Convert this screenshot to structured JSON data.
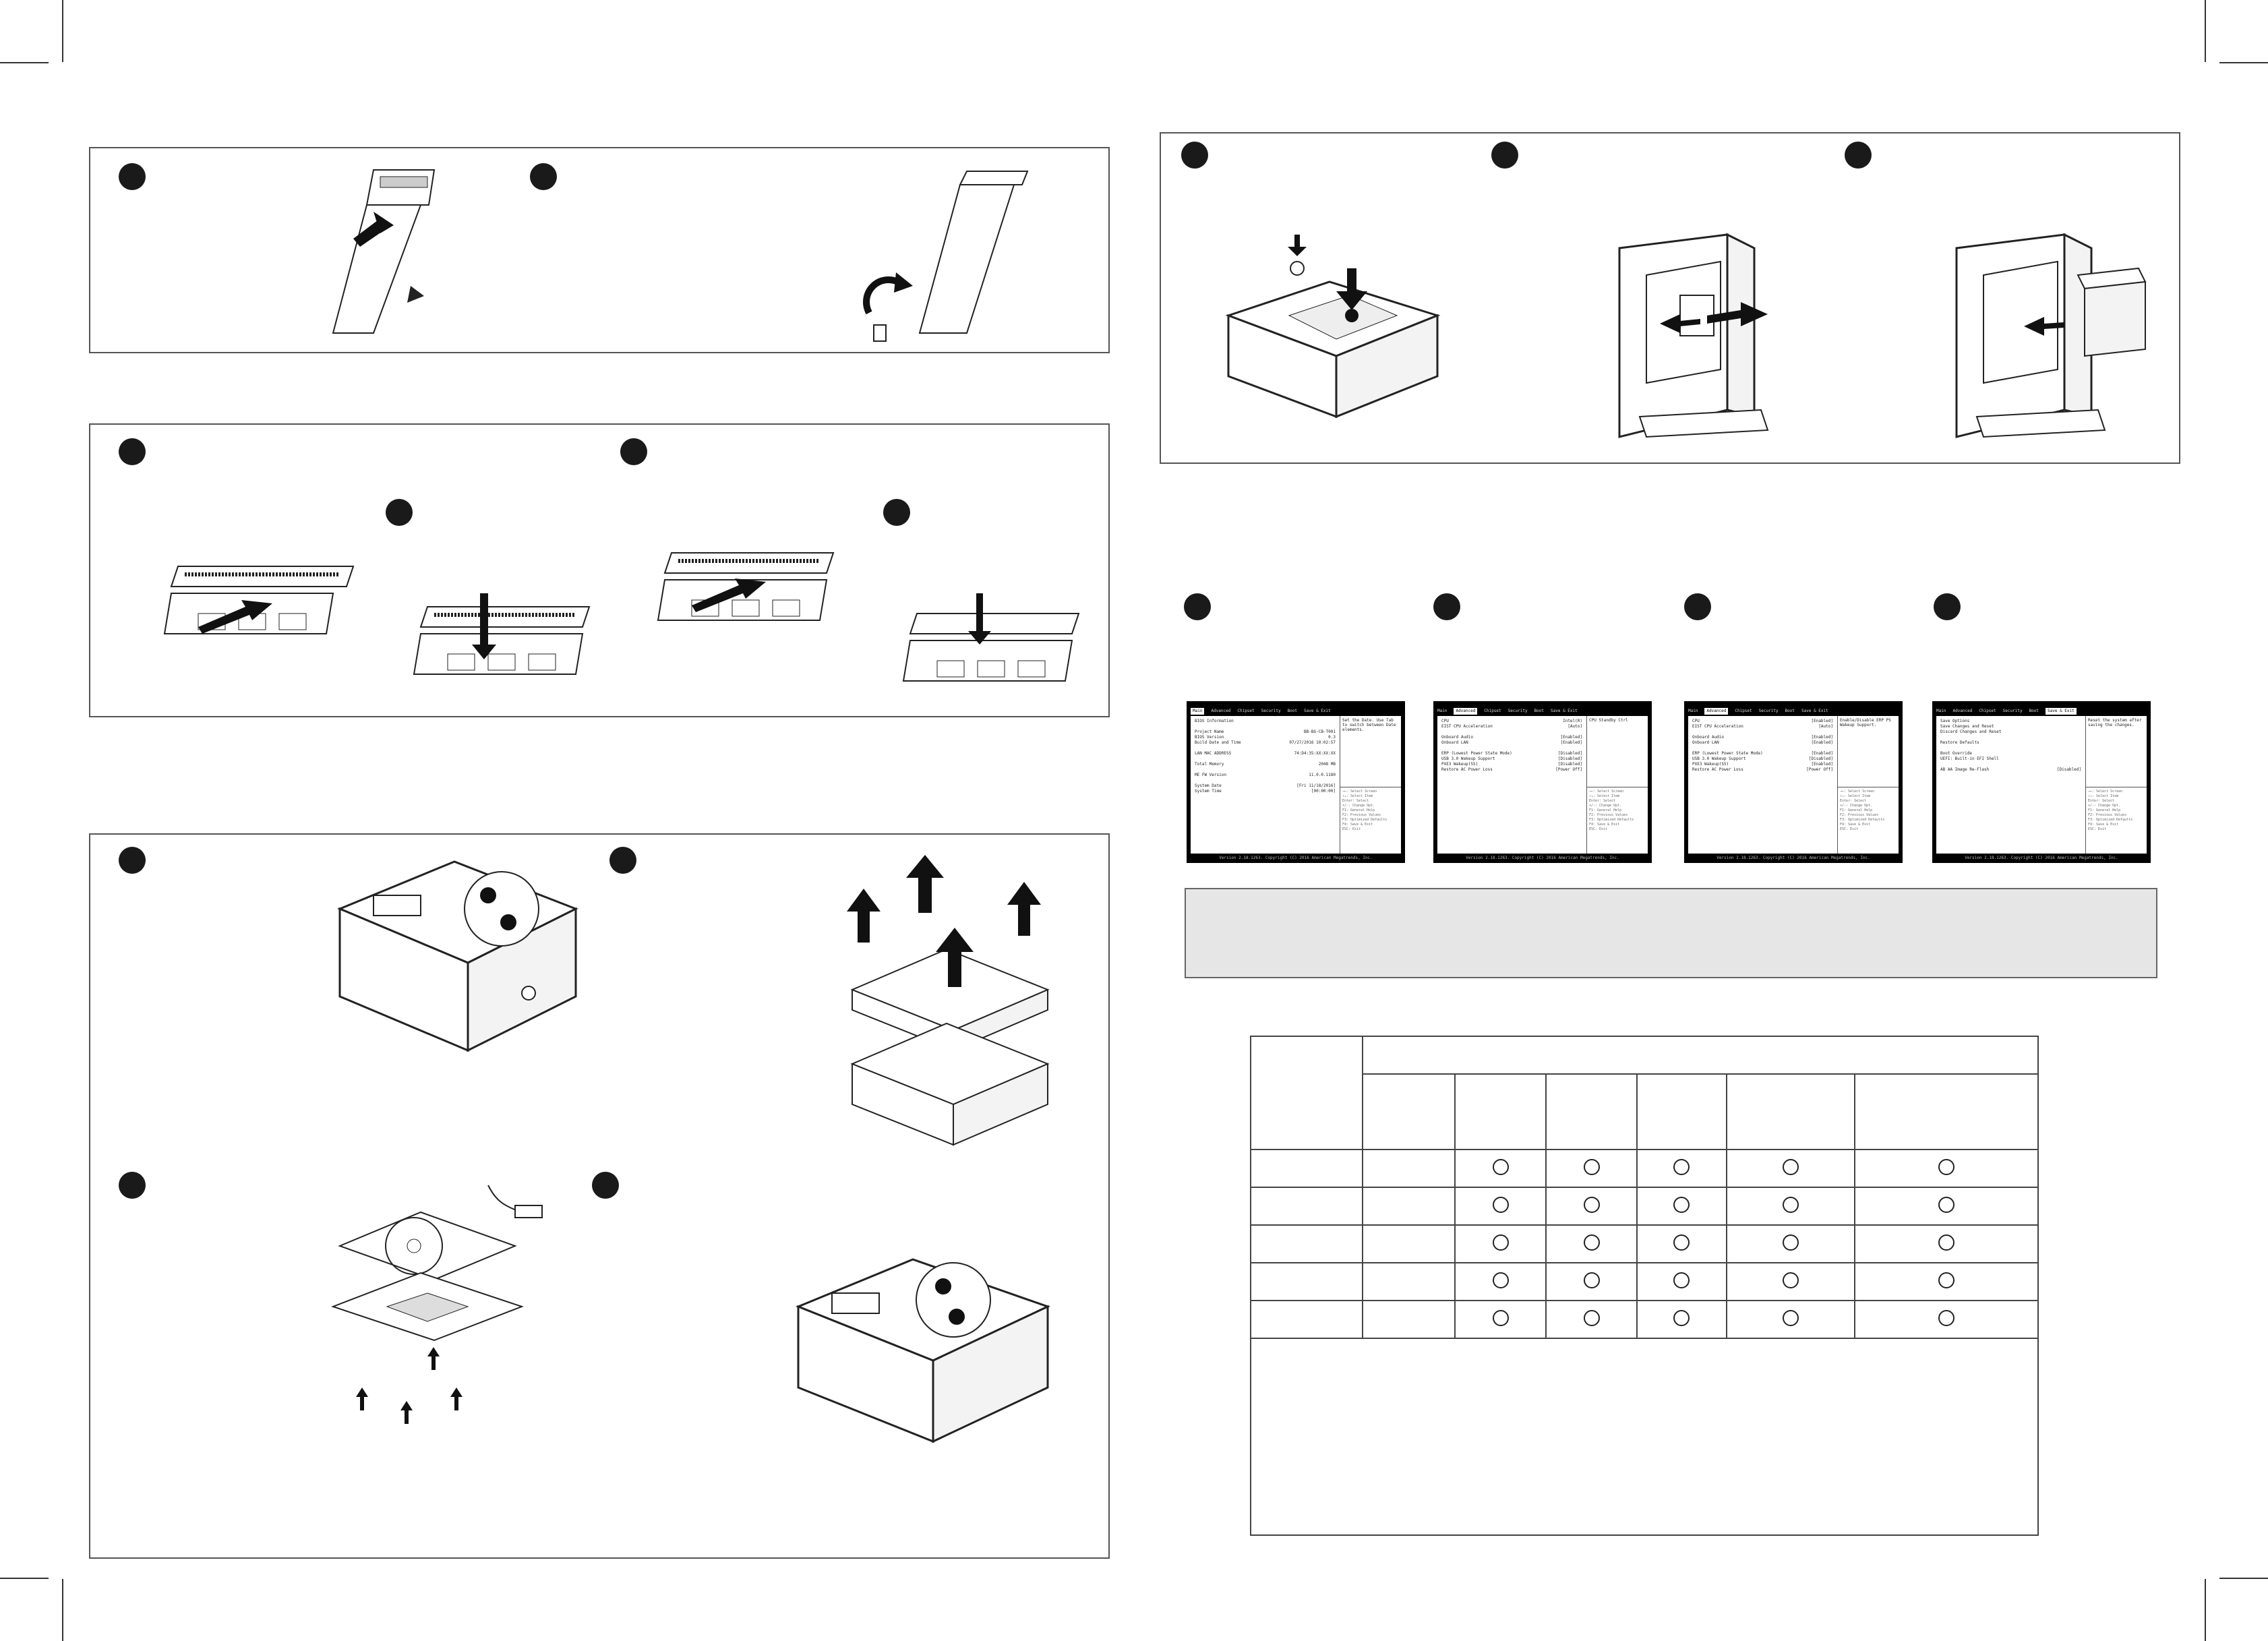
{
  "manual": {
    "steps": {
      "label": ""
    }
  },
  "bios_screens": [
    {
      "tabs": [
        "Main",
        "Advanced",
        "Chipset",
        "Security",
        "Boot",
        "Save & Exit"
      ],
      "active_tab": "Main",
      "lines": [
        [
          "BIOS Information",
          ""
        ],
        [
          "",
          ""
        ],
        [
          "Project Name",
          "BB-BG-CB-T001"
        ],
        [
          "BIOS Version",
          "0.3"
        ],
        [
          "Build Date and Time",
          "07/27/2016 10:02:57"
        ],
        [
          "",
          ""
        ],
        [
          "LAN MAC ADDRESS",
          "74:D4:35:XX:XX:XX"
        ],
        [
          "",
          ""
        ],
        [
          "Total Memory",
          "2048 MB"
        ],
        [
          "",
          ""
        ],
        [
          "ME FW Version",
          "11.0.0.1180"
        ],
        [
          "",
          ""
        ],
        [
          "System Date",
          "[Fri 11/18/2016]"
        ],
        [
          "System Time",
          "[00:00:00]"
        ]
      ],
      "help_top": "Set the Date. Use Tab to switch between Date elements.",
      "help_keys": [
        "→←: Select Screen",
        "↑↓: Select Item",
        "Enter: Select",
        "+/-: Change Opt.",
        "F1: General Help",
        "F2: Previous Values",
        "F3: Optimized Defaults",
        "F4: Save & Exit",
        "ESC: Exit"
      ],
      "footer": "Version 2.18.1263. Copyright (C) 2016 American Megatrends, Inc."
    },
    {
      "tabs": [
        "Main",
        "Advanced",
        "Chipset",
        "Security",
        "Boot",
        "Save & Exit"
      ],
      "active_tab": "Advanced",
      "lines": [
        [
          "CPU",
          "Intel(R)"
        ],
        [
          "EIST CPU Acceleration",
          "[Auto]"
        ],
        [
          "",
          ""
        ],
        [
          "Onboard Audio",
          "[Enabled]"
        ],
        [
          "Onboard LAN",
          "[Enabled]"
        ],
        [
          "",
          ""
        ],
        [
          "ERP (Lowest Power State Mode)",
          "[Disabled]"
        ],
        [
          "USB 3.0 Wakeup Support",
          "[Disabled]"
        ],
        [
          "PXE3 Wakeup(S5)",
          "[Disabled]"
        ],
        [
          "Restore AC Power Loss",
          "[Power Off]"
        ]
      ],
      "help_top": "CPU Standby Ctrl",
      "help_keys": [
        "→←: Select Screen",
        "↑↓: Select Item",
        "Enter: Select",
        "+/-: Change Opt.",
        "F1: General Help",
        "F2: Previous Values",
        "F3: Optimized Defaults",
        "F4: Save & Exit",
        "ESC: Exit"
      ],
      "footer": "Version 2.18.1263. Copyright (C) 2016 American Megatrends, Inc."
    },
    {
      "tabs": [
        "Main",
        "Advanced",
        "Chipset",
        "Security",
        "Boot",
        "Save & Exit"
      ],
      "active_tab": "Advanced",
      "lines": [
        [
          "CPU",
          "[Enabled]"
        ],
        [
          "EIST CPU Acceleration",
          "[Auto]"
        ],
        [
          "",
          ""
        ],
        [
          "Onboard Audio",
          "[Enabled]"
        ],
        [
          "Onboard LAN",
          "[Enabled]"
        ],
        [
          "",
          ""
        ],
        [
          "ERP (Lowest Power State Mode)",
          "[Enabled]"
        ],
        [
          "USB 3.0 Wakeup Support",
          "[Disabled]"
        ],
        [
          "PXE3 Wakeup(S5)",
          "[Enabled]"
        ],
        [
          "Restore AC Power Loss",
          "[Power Off]"
        ]
      ],
      "help_top": "Enable/Disable ERP PS Wakeup Support.",
      "help_keys": [
        "→←: Select Screen",
        "↑↓: Select Item",
        "Enter: Select",
        "+/-: Change Opt.",
        "F1: General Help",
        "F2: Previous Values",
        "F3: Optimized Defaults",
        "F4: Save & Exit",
        "ESC: Exit"
      ],
      "footer": "Version 2.18.1263. Copyright (C) 2016 American Megatrends, Inc."
    },
    {
      "tabs": [
        "Main",
        "Advanced",
        "Chipset",
        "Security",
        "Boot",
        "Save & Exit"
      ],
      "active_tab": "Save & Exit",
      "lines": [
        [
          "Save Options",
          ""
        ],
        [
          "Save Changes and Reset",
          ""
        ],
        [
          "Discard Changes and Reset",
          ""
        ],
        [
          "",
          ""
        ],
        [
          "Restore Defaults",
          ""
        ],
        [
          "",
          ""
        ],
        [
          "Boot Override",
          ""
        ],
        [
          "UEFI: Built-in EFI Shell",
          ""
        ],
        [
          "",
          ""
        ],
        [
          "AB AA Image Re-Flash",
          "[Disabled]"
        ]
      ],
      "help_top": "Reset the system after saving the changes.",
      "help_keys": [
        "→←: Select Screen",
        "↑↓: Select Item",
        "Enter: Select",
        "+/-: Change Opt.",
        "F1: General Help",
        "F2: Previous Values",
        "F3: Optimized Defaults",
        "F4: Save & Exit",
        "ESC: Exit"
      ],
      "footer": "Version 2.18.1263. Copyright (C) 2016 American Megatrends, Inc."
    }
  ],
  "compatibility_table": {
    "rows": 5,
    "columns": 6,
    "marks": [
      [
        true,
        true,
        true,
        true,
        true
      ],
      [
        true,
        true,
        true,
        true,
        true
      ],
      [
        true,
        true,
        true,
        true,
        true
      ],
      [
        true,
        true,
        true,
        true,
        true
      ],
      [
        true,
        true,
        true,
        true,
        true
      ]
    ]
  },
  "colors": {
    "ink": "#1a1a1a",
    "panel_border": "#555555",
    "note_background": "#e6e6e6"
  }
}
